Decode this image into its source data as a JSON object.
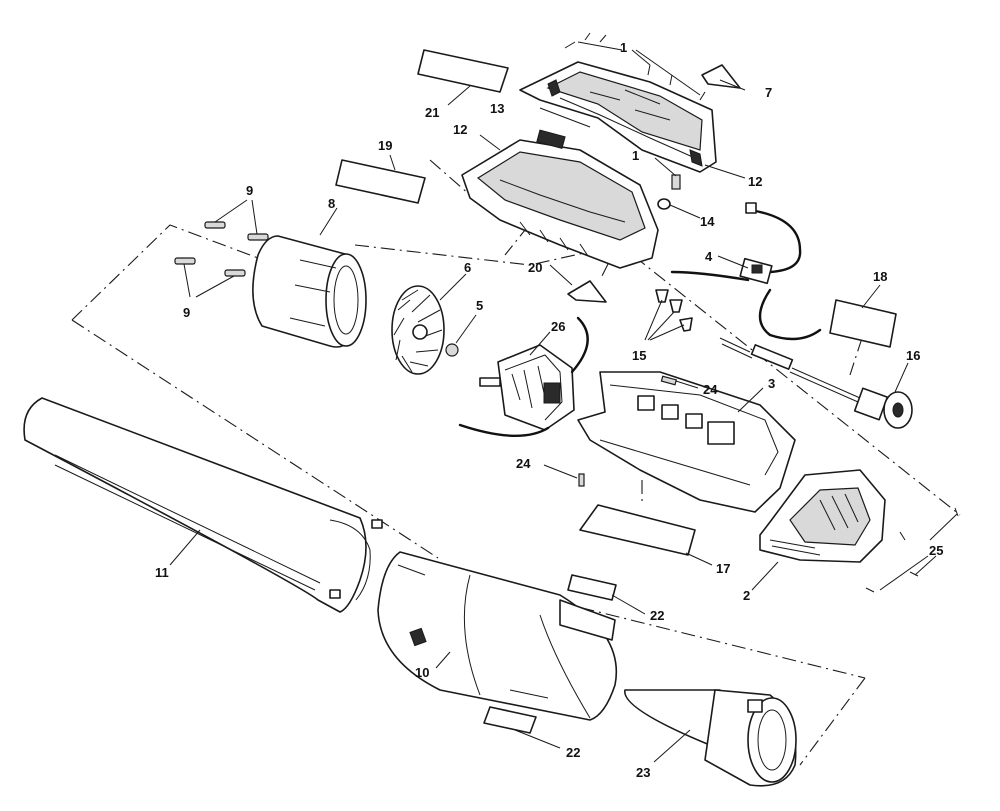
{
  "diagram": {
    "callouts": [
      {
        "id": "c1a",
        "text": "1"
      },
      {
        "id": "c1b",
        "text": "1"
      },
      {
        "id": "c2",
        "text": "2"
      },
      {
        "id": "c3",
        "text": "3"
      },
      {
        "id": "c4",
        "text": "4"
      },
      {
        "id": "c5",
        "text": "5"
      },
      {
        "id": "c6",
        "text": "6"
      },
      {
        "id": "c7",
        "text": "7"
      },
      {
        "id": "c8",
        "text": "8"
      },
      {
        "id": "c9a",
        "text": "9"
      },
      {
        "id": "c9b",
        "text": "9"
      },
      {
        "id": "c10",
        "text": "10"
      },
      {
        "id": "c11",
        "text": "11"
      },
      {
        "id": "c12a",
        "text": "12"
      },
      {
        "id": "c12b",
        "text": "12"
      },
      {
        "id": "c13",
        "text": "13"
      },
      {
        "id": "c14",
        "text": "14"
      },
      {
        "id": "c15",
        "text": "15"
      },
      {
        "id": "c16",
        "text": "16"
      },
      {
        "id": "c17",
        "text": "17"
      },
      {
        "id": "c18",
        "text": "18"
      },
      {
        "id": "c19",
        "text": "19"
      },
      {
        "id": "c20",
        "text": "20"
      },
      {
        "id": "c21",
        "text": "21"
      },
      {
        "id": "c22a",
        "text": "22"
      },
      {
        "id": "c22b",
        "text": "22"
      },
      {
        "id": "c23",
        "text": "23"
      },
      {
        "id": "c24a",
        "text": "24"
      },
      {
        "id": "c24b",
        "text": "24"
      },
      {
        "id": "c25",
        "text": "25"
      },
      {
        "id": "c26",
        "text": "26"
      }
    ]
  }
}
